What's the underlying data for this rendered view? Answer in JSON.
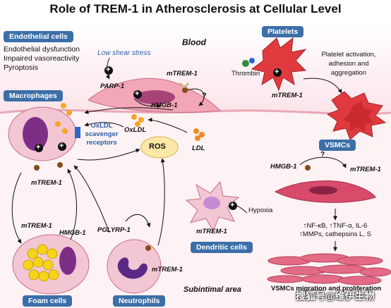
{
  "title": "Role of TREM-1 in Atherosclerosis at Cellular Level",
  "regions": {
    "blood": "Blood",
    "subintimal": "Subintimal area"
  },
  "endothelial": {
    "badge": "Endothelial cells",
    "effects": [
      "Endothelial dysfunction",
      "Impaired vasoreactivity",
      "Pyroptosis"
    ],
    "low_shear": "Low shear stress",
    "parp1": "PARP-1",
    "hmgb1": "HMGB-1",
    "mtrem": "mTREM-1",
    "question": "?"
  },
  "platelets": {
    "badge": "Platelets",
    "thrombin": "Thrombin",
    "mtrem": "mTREM-1",
    "effect": [
      "Platelet activation,",
      "adhesion and",
      "aggregation"
    ]
  },
  "macrophages": {
    "badge": "Macrophages",
    "receptors": [
      "OxLDL",
      "scavenger",
      "receptors"
    ],
    "oxldl": "OxLDL",
    "mtrem": "mTREM-1"
  },
  "ros": "ROS",
  "ldl": "LDL",
  "foam": {
    "badge": "Foam cells",
    "mtrem": "mTREM-1",
    "hmgb1": "HMGB-1"
  },
  "neutrophils": {
    "badge": "Neutrophils",
    "pglyrp1": "PGLYRP-1",
    "mtrem": "mTREM-1"
  },
  "dendritic": {
    "badge": "Dendritic cells",
    "hypoxia": "Hypoxia",
    "mtrem": "mTREM-1"
  },
  "vsmcs": {
    "badge": "VSMCs",
    "hmgb1": "HMGB-1",
    "mtrem": "mTREM-1",
    "question": "?",
    "effects": [
      "↑NF-κB, ↑TNF-α, IL-6",
      "↑MMPs, cathepsins L, S"
    ],
    "bottom": "VSMCs migration and proliferation"
  },
  "plus": "+",
  "watermark": "搜狐号@维伊生物",
  "colors": {
    "badge": "#3c6fa8",
    "endothelium": "#f3a6b6",
    "platelet": "#e03a3f",
    "macrophage": "#b14a8e",
    "lipid": "#f7d417",
    "oxldl": "#f5a623",
    "ros_fill": "#fde9a7",
    "vsmc": "#d94b6b"
  }
}
